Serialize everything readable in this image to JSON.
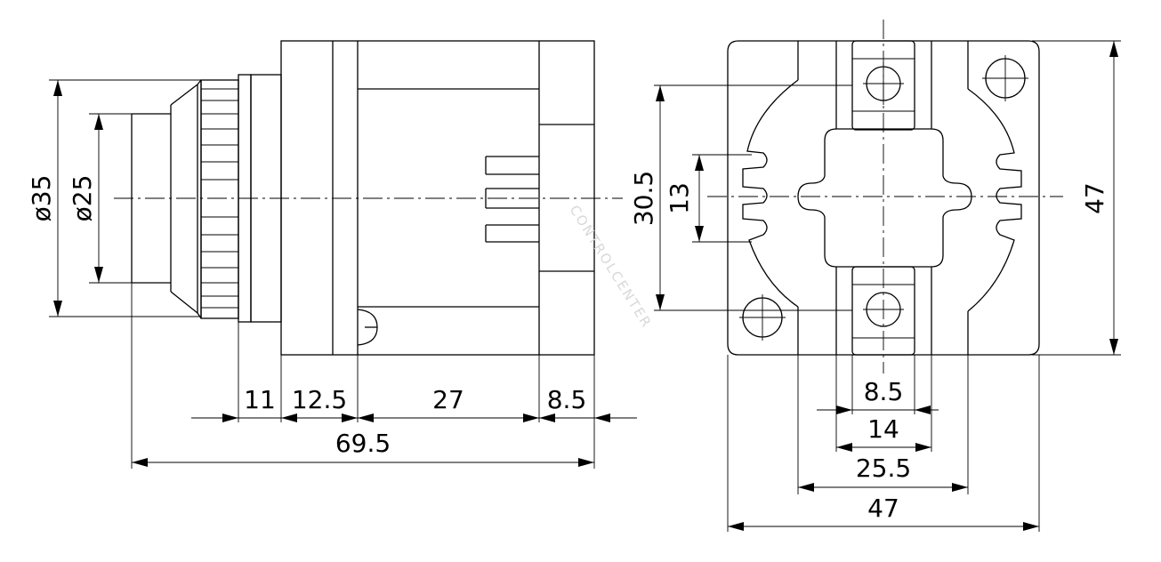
{
  "side_view": {
    "dia_outer": "ø35",
    "dia_inner": "ø25",
    "len_11": "11",
    "len_12_5": "12.5",
    "len_27": "27",
    "len_8_5": "8.5",
    "len_total": "69.5"
  },
  "front_view": {
    "h_30_5": "30.5",
    "h_13": "13",
    "h_47": "47",
    "w_8_5": "8.5",
    "w_14": "14",
    "w_25_5": "25.5",
    "w_47": "47"
  },
  "watermark": "CONTROLCENTER"
}
